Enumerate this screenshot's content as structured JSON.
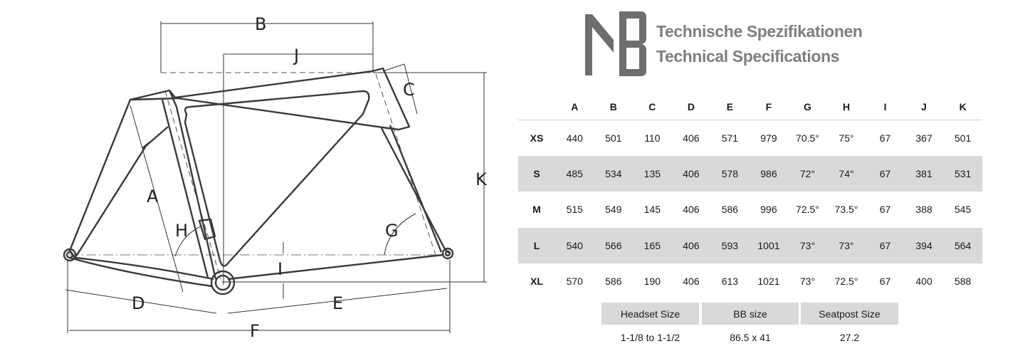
{
  "diagram": {
    "labels": {
      "A": "A",
      "B": "B",
      "C": "C",
      "D": "D",
      "E": "E",
      "F": "F",
      "G": "G",
      "H": "H",
      "I": "I",
      "J": "J",
      "K": "K"
    }
  },
  "header": {
    "title_de": "Technische Spezifikationen",
    "title_en": "Technical Specifications"
  },
  "spec_table": {
    "columns": [
      "A",
      "B",
      "C",
      "D",
      "E",
      "F",
      "G",
      "H",
      "I",
      "J",
      "K"
    ],
    "rows": [
      {
        "size": "XS",
        "values": [
          "440",
          "501",
          "110",
          "406",
          "571",
          "979",
          "70.5°",
          "75°",
          "67",
          "367",
          "501"
        ]
      },
      {
        "size": "S",
        "values": [
          "485",
          "534",
          "135",
          "406",
          "578",
          "986",
          "72°",
          "74°",
          "67",
          "381",
          "531"
        ]
      },
      {
        "size": "M",
        "values": [
          "515",
          "549",
          "145",
          "406",
          "586",
          "996",
          "72.5°",
          "73.5°",
          "67",
          "388",
          "545"
        ]
      },
      {
        "size": "L",
        "values": [
          "540",
          "566",
          "165",
          "406",
          "593",
          "1001",
          "73°",
          "73°",
          "67",
          "394",
          "564"
        ]
      },
      {
        "size": "XL",
        "values": [
          "570",
          "586",
          "190",
          "406",
          "613",
          "1021",
          "73°",
          "72.5°",
          "67",
          "400",
          "588"
        ]
      }
    ]
  },
  "extras": [
    {
      "label": "Headset Size",
      "value": "1-1/8 to 1-1/2"
    },
    {
      "label": "BB size",
      "value": "86.5 x 41"
    },
    {
      "label": "Seatpost Size",
      "value": "27.2"
    }
  ],
  "colors": {
    "title_gray": "#7f7f7f",
    "row_shade": "#d9d9d9",
    "logo_gray": "#6e6e6e"
  }
}
